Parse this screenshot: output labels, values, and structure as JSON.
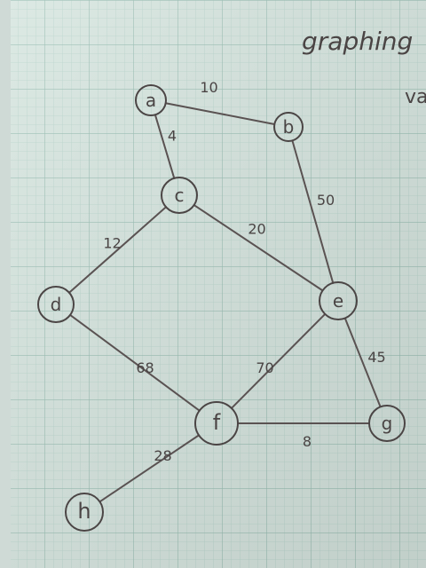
{
  "page": {
    "heading": "graphing",
    "margin_note": "va"
  },
  "graph": {
    "nodes": [
      {
        "id": "a",
        "label": "a"
      },
      {
        "id": "b",
        "label": "b"
      },
      {
        "id": "c",
        "label": "c"
      },
      {
        "id": "d",
        "label": "d"
      },
      {
        "id": "e",
        "label": "e"
      },
      {
        "id": "f",
        "label": "f"
      },
      {
        "id": "g",
        "label": "g"
      },
      {
        "id": "h",
        "label": "h"
      }
    ],
    "edges": [
      {
        "from": "a",
        "to": "b",
        "weight": "10"
      },
      {
        "from": "a",
        "to": "c",
        "weight": "4"
      },
      {
        "from": "b",
        "to": "e",
        "weight": "50"
      },
      {
        "from": "c",
        "to": "d",
        "weight": "12"
      },
      {
        "from": "c",
        "to": "e",
        "weight": "20"
      },
      {
        "from": "d",
        "to": "f",
        "weight": "68"
      },
      {
        "from": "e",
        "to": "f",
        "weight": "70"
      },
      {
        "from": "e",
        "to": "g",
        "weight": "45"
      },
      {
        "from": "f",
        "to": "g",
        "weight": "8"
      },
      {
        "from": "f",
        "to": "h",
        "weight": "28"
      }
    ]
  },
  "colors": {
    "paper": "#d7e6e0",
    "grid_minor": "#b7d3cb",
    "grid_major": "#97bdb2",
    "ink": "#4a4444",
    "backdrop": "#8c9a95"
  }
}
